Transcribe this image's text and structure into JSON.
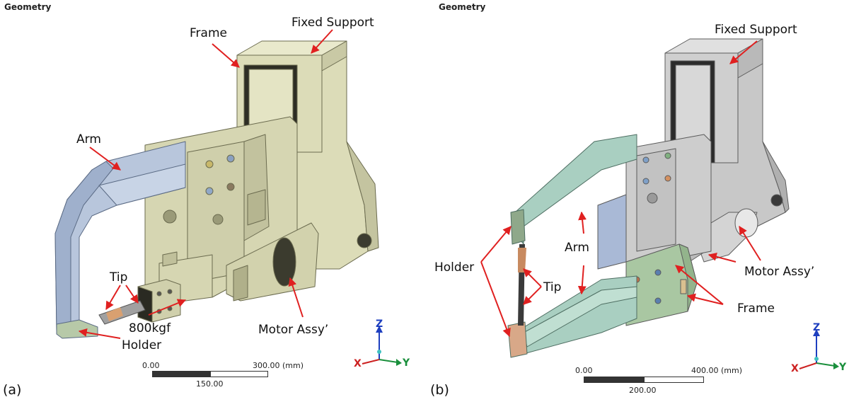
{
  "panel_a": {
    "title": "Geometry",
    "panel_label": "(a)",
    "callouts": {
      "frame": "Frame",
      "fixed_support": "Fixed Support",
      "arm": "Arm",
      "tip": "Tip",
      "load": "800kgf",
      "holder": "Holder",
      "motor": "Motor Assy’"
    },
    "scale": {
      "start": "0.00",
      "mid": "150.00",
      "end": "300.00 (mm)"
    },
    "axes": {
      "z": "Z",
      "x": "X",
      "y": "Y"
    }
  },
  "panel_b": {
    "title": "Geometry",
    "panel_label": "(b)",
    "callouts": {
      "fixed_support": "Fixed Support",
      "holder": "Holder",
      "arm": "Arm",
      "tip": "Tip",
      "motor": "Motor Assy’",
      "frame": "Frame"
    },
    "scale": {
      "start": "0.00",
      "mid": "200.00",
      "end": "400.00 (mm)"
    },
    "axes": {
      "z": "Z",
      "x": "X",
      "y": "Y"
    }
  },
  "colors": {
    "frame_a": "#dcdcb8",
    "arm_a": "#b8c6dc",
    "frame_b": "#c8c8c8",
    "arm_b": "#a9cfc1",
    "frame_b_lower": "#a9c7a2",
    "arrow": "#e02020",
    "axis_z": "#1e3fbf",
    "axis_y": "#1a8f3c",
    "axis_x": "#cc2020"
  }
}
